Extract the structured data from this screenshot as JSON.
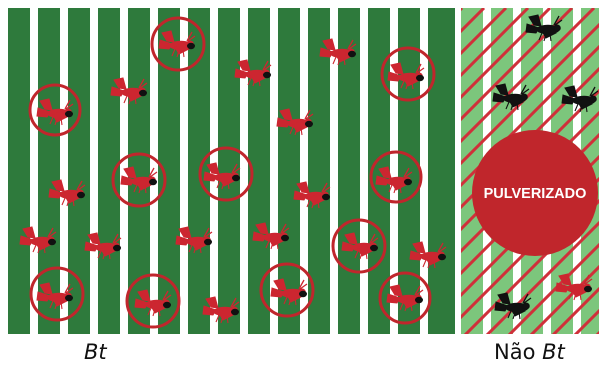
{
  "labels": {
    "bt_field": "Bt",
    "non_bt_prefix": "Não ",
    "non_bt_suffix": "Bt",
    "sprayed_badge": "PULVERIZADO"
  },
  "colors": {
    "bt_crop": "#2e7a3c",
    "non_bt_crop": "#7cc67c",
    "gap": "#ffffff",
    "circle": "#c0262c",
    "moth_red": "#cc2630",
    "moth_black": "#111111",
    "stripe_red": "#d0303a"
  },
  "icons": {
    "moth": "moth-icon",
    "target_circle": "circle-marker-icon"
  }
}
